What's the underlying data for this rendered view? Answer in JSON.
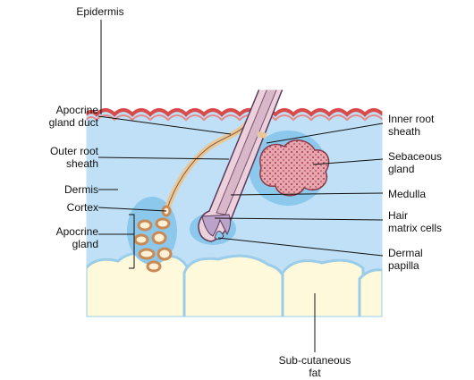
{
  "labels": {
    "epidermis": "Epidermis",
    "apocrine_gland_duct": "Apocrine\ngland duct",
    "outer_root_sheath": "Outer root\nsheath",
    "dermis": "Dermis",
    "cortex": "Cortex",
    "apocrine_gland": "Apocrine\ngland",
    "inner_root_sheath": "Inner root\nsheath",
    "sebaceous_gland": "Sebaceous\ngland",
    "medulla": "Medulla",
    "hair_matrix_cells": "Hair\nmatrix cells",
    "dermal_papilla": "Dermal\npapilla",
    "subcutaneous_fat": "Sub-cutaneous\nfat"
  },
  "colors": {
    "dermis": "#bfe0f6",
    "dermis_dark": "#8cc8ec",
    "epidermis_wave": "#d94b4b",
    "fat": "#fff9dc",
    "fat_edge": "#9bcde8",
    "hair_shaft": "#d8b8c8",
    "hair_edge": "#5b3a5a",
    "gland": "#e8a6ad",
    "duct": "#e8c89a",
    "outline": "#222222"
  }
}
